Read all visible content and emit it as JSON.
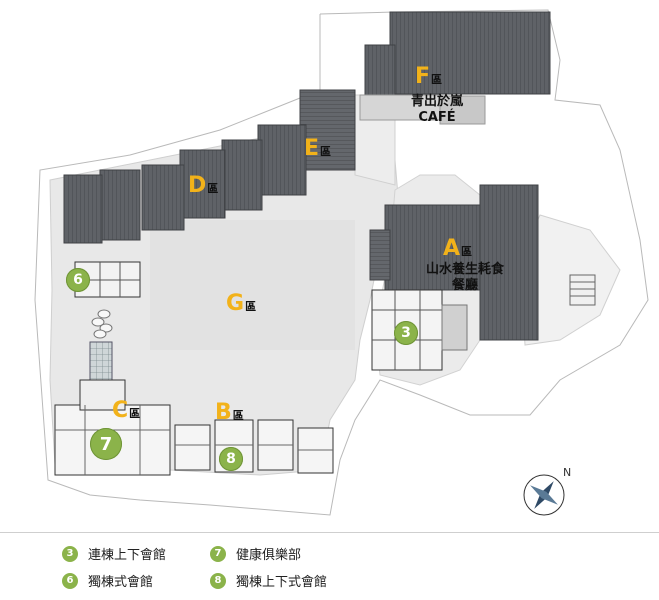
{
  "zones": {
    "F": {
      "letter": "F",
      "suffix": "區",
      "name": "青出於嵐",
      "name2": "CAFÉ"
    },
    "E": {
      "letter": "E",
      "suffix": "區"
    },
    "D": {
      "letter": "D",
      "suffix": "區"
    },
    "A": {
      "letter": "A",
      "suffix": "區",
      "name": "山水養生耗食",
      "name2": "餐廳"
    },
    "G": {
      "letter": "G",
      "suffix": "區"
    },
    "C": {
      "letter": "C",
      "suffix": "區"
    },
    "B": {
      "letter": "B",
      "suffix": "區"
    }
  },
  "markers": {
    "m3": "3",
    "m6": "6",
    "m7": "7",
    "m8": "8"
  },
  "compass": {
    "north_label": "N"
  },
  "legend": [
    {
      "num": "3",
      "label": "連棟上下會館"
    },
    {
      "num": "7",
      "label": "健康俱樂部"
    },
    {
      "num": "6",
      "label": "獨棟式會館"
    },
    {
      "num": "8",
      "label": "獨棟上下式會館"
    }
  ],
  "colors": {
    "accent": "#f2b21a",
    "marker": "#8bb34a",
    "roof": "#5e6166",
    "ground": "#e6e6e6"
  }
}
